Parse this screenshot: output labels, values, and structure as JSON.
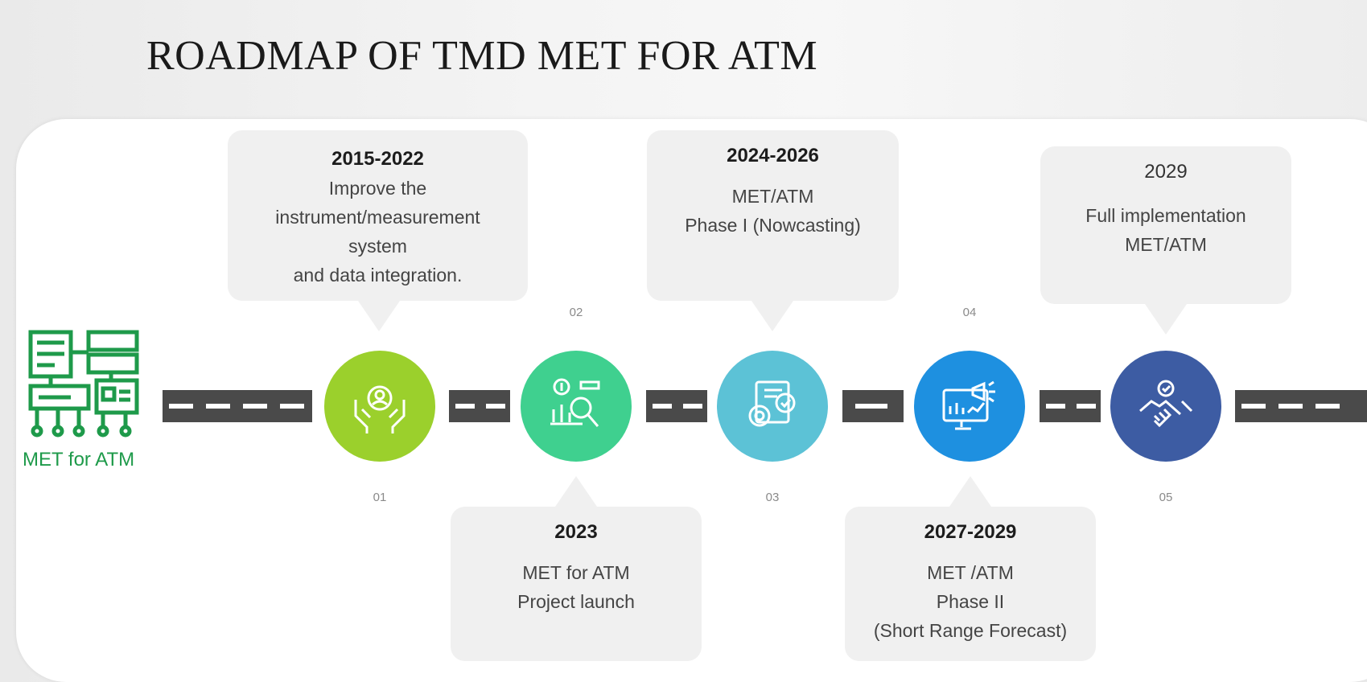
{
  "title": "ROADMAP OF TMD MET FOR ATM",
  "logo": {
    "label": "MET for ATM",
    "icon": "circuit-board-icon",
    "color": "#1e9a4a"
  },
  "steps": [
    {
      "num": "01",
      "color": "#9bd02c",
      "icon": "hands-holding-person-icon",
      "year": "2015-2022",
      "lines": [
        "Improve the",
        "instrument/measurement",
        "system",
        "and data integration."
      ]
    },
    {
      "num": "02",
      "color": "#3fd08f",
      "icon": "money-analytics-icon",
      "year": "2023",
      "lines": [
        "MET for ATM",
        "Project launch"
      ]
    },
    {
      "num": "03",
      "color": "#5cc2d6",
      "icon": "gear-document-search-icon",
      "year": "2024-2026",
      "lines": [
        "MET/ATM",
        "Phase I (Nowcasting)"
      ]
    },
    {
      "num": "04",
      "color": "#1e90e0",
      "icon": "monitor-megaphone-icon",
      "year": "2027-2029",
      "lines": [
        "MET /ATM",
        "Phase II",
        "(Short Range Forecast)"
      ]
    },
    {
      "num": "05",
      "color": "#3d5ca3",
      "icon": "handshake-icon",
      "year": "2029",
      "lines": [
        "Full implementation",
        "MET/ATM"
      ]
    }
  ]
}
